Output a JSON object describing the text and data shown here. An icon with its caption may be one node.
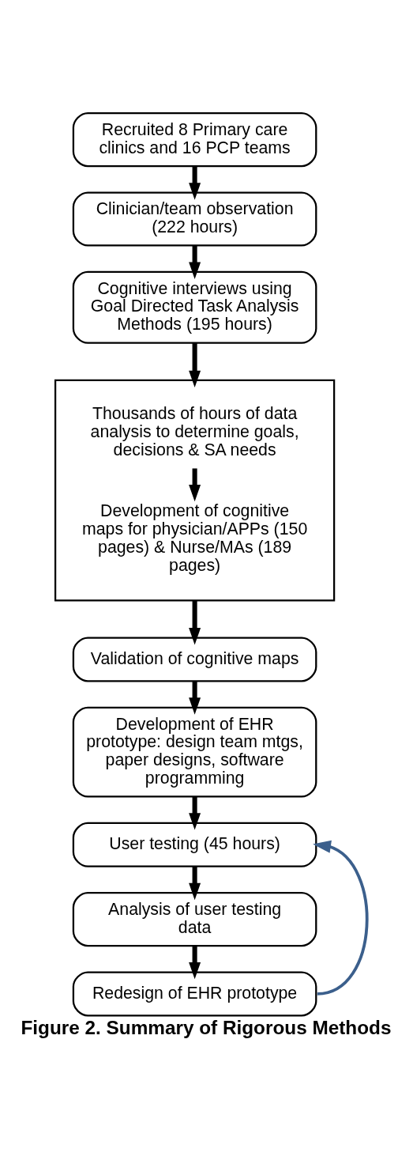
{
  "diagram": {
    "caption": "Figure 2. Summary of Rigorous Methods",
    "nodes": [
      {
        "text": [
          "Recruited 8 Primary care clinics and 16 PCP teams"
        ]
      },
      {
        "text": [
          "Clinician/team observation (222 hours)"
        ]
      },
      {
        "text": [
          "Cognitive interviews using Goal Directed Task Analysis Methods (195 hours)"
        ]
      },
      {
        "text": [],
        "shape": "box"
      },
      {
        "text": [
          "Thousands of hours of data analysis to determine goals, decisions & SA needs"
        ],
        "in": 3
      },
      {
        "text": [
          "Development of cognitive maps for physician/APPs (150 pages) & Nurse/MAs (189 pages)"
        ],
        "in": 3
      },
      {
        "text": [
          "Validation of cognitive maps"
        ]
      },
      {
        "text": [
          "Development of EHR prototype: design team mtgs, paper designs, software programming"
        ]
      },
      {
        "text": [
          "User testing (45 hours)"
        ]
      },
      {
        "text": [
          "Analysis of user testing data"
        ]
      },
      {
        "text": [
          "Redesign of EHR prototype"
        ]
      }
    ],
    "edges": [
      {
        "from": 0,
        "to": 1,
        "arrow": "to"
      },
      {
        "from": 1,
        "to": 2,
        "arrow": "to"
      },
      {
        "from": 2,
        "to": 3,
        "arrow": "to"
      },
      {
        "from": 4,
        "to": 5,
        "arrow": "to"
      },
      {
        "from": 3,
        "to": 6,
        "arrow": "to"
      },
      {
        "from": 6,
        "to": 7,
        "arrow": "to"
      },
      {
        "from": 7,
        "to": 8,
        "arrow": "to"
      },
      {
        "from": 8,
        "to": 9,
        "arrow": "to"
      },
      {
        "from": 9,
        "to": 10,
        "arrow": "to"
      },
      {
        "from": 10,
        "to": 8,
        "arrow": "to",
        "color": "#3b5f8c"
      }
    ]
  }
}
